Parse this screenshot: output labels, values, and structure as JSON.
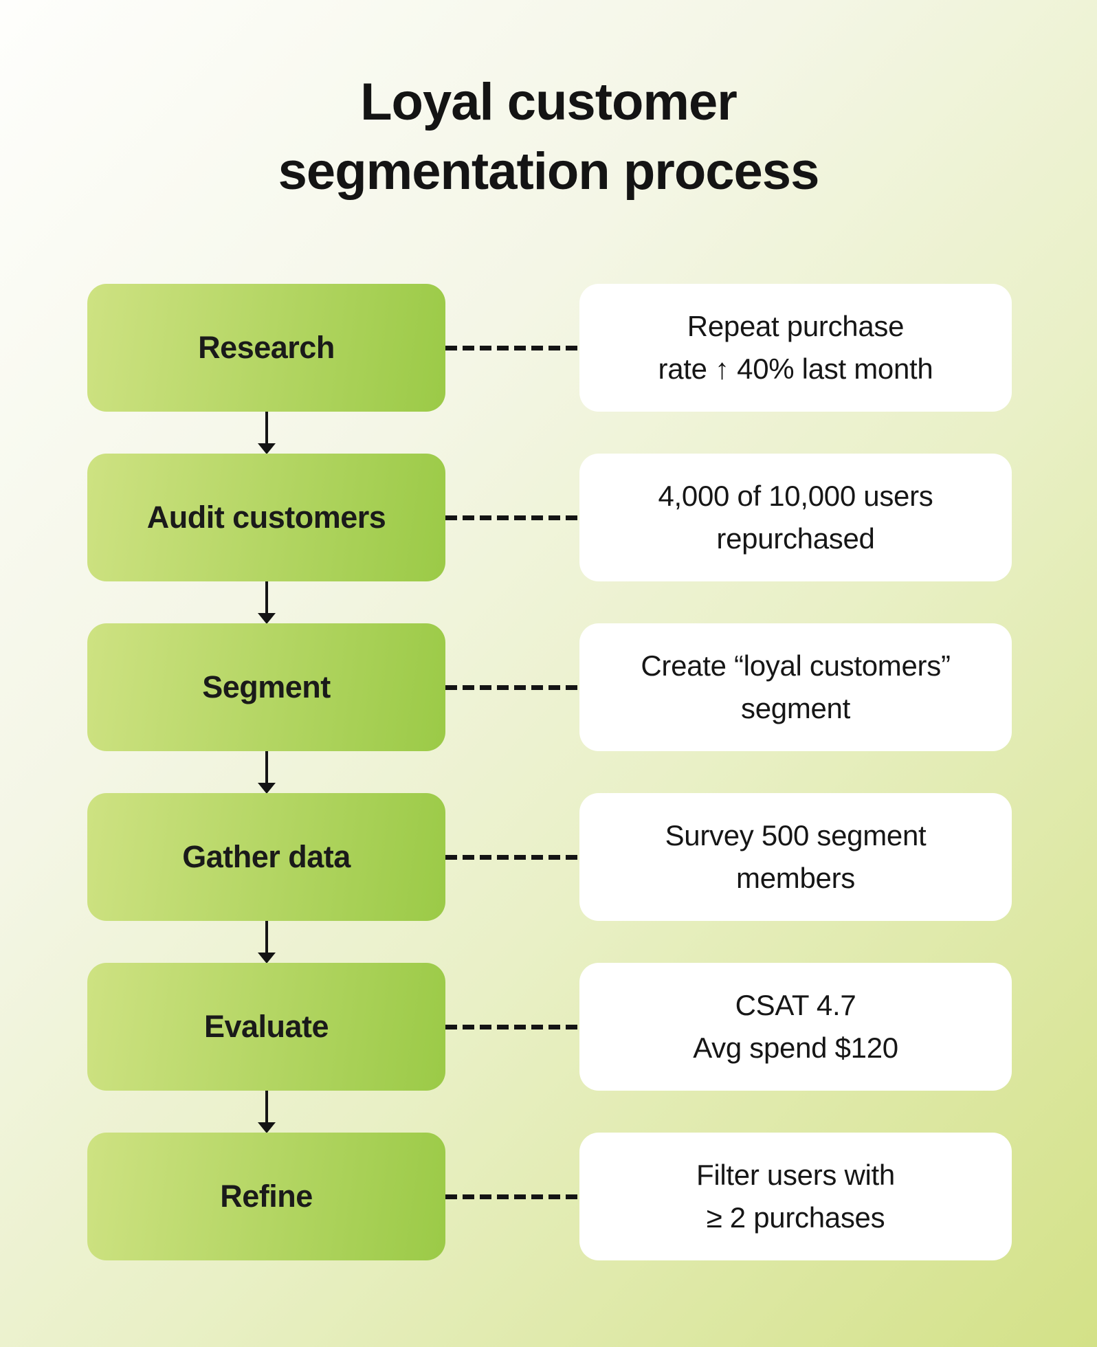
{
  "title": "Loyal customer\nsegmentation process",
  "colors": {
    "background_start": "#fdfdfa",
    "background_end": "#d3e187",
    "step_gradient_start": "#cee282",
    "step_gradient_end": "#9bca47",
    "note_background": "#ffffff",
    "text": "#151515",
    "connector_and_arrows": "#141414"
  },
  "flow": {
    "steps": [
      {
        "label": "Research",
        "note": "Repeat purchase\nrate ↑ 40% last month"
      },
      {
        "label": "Audit customers",
        "note": "4,000 of 10,000 users\nrepurchased"
      },
      {
        "label": "Segment",
        "note": "Create “loyal customers”\nsegment"
      },
      {
        "label": "Gather data",
        "note": "Survey 500 segment\nmembers"
      },
      {
        "label": "Evaluate",
        "note": "CSAT 4.7\nAvg spend $120"
      },
      {
        "label": "Refine",
        "note": "Filter users with\n≥ 2 purchases"
      }
    ]
  }
}
